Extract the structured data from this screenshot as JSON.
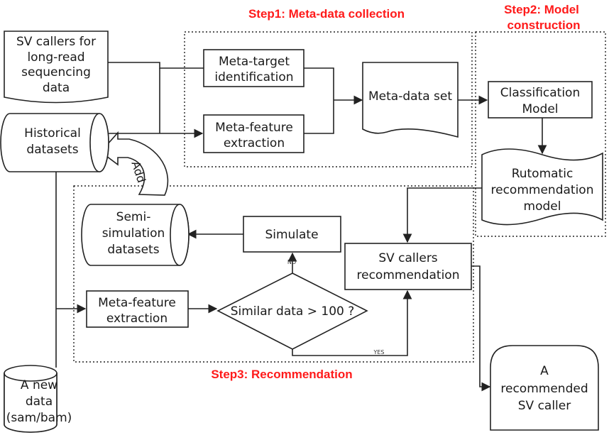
{
  "steps": {
    "step1": "Step1: Meta-data collection",
    "step2_line1": "Step2: Model",
    "step2_line2": "construction",
    "step3": "Step3: Recommendation"
  },
  "nodes": {
    "sv_callers": [
      "SV callers for",
      "long-read",
      "sequencing",
      "data"
    ],
    "historical": [
      "Historical",
      "datasets"
    ],
    "meta_target": [
      "Meta-target",
      "identification"
    ],
    "meta_feature_1": [
      "Meta-feature",
      "extraction"
    ],
    "meta_data_set": "Meta-data set",
    "classification": [
      "Classification",
      "Model"
    ],
    "rutomatic": [
      "Rutomatic",
      "recommendation",
      "model"
    ],
    "semi_sim": [
      "Semi-",
      "simulation",
      "datasets"
    ],
    "simulate": "Simulate",
    "sv_rec": [
      "SV callers",
      "recommendation"
    ],
    "meta_feature_2": [
      "Meta-feature",
      "extraction"
    ],
    "similar": "Similar data > 100 ?",
    "new_data": [
      "A new",
      "data",
      "(sam/bam)"
    ],
    "recommended": [
      "A",
      "recommended",
      "SV caller"
    ]
  },
  "edge_labels": {
    "add": "Add",
    "no": "NO",
    "yes": "YES"
  }
}
